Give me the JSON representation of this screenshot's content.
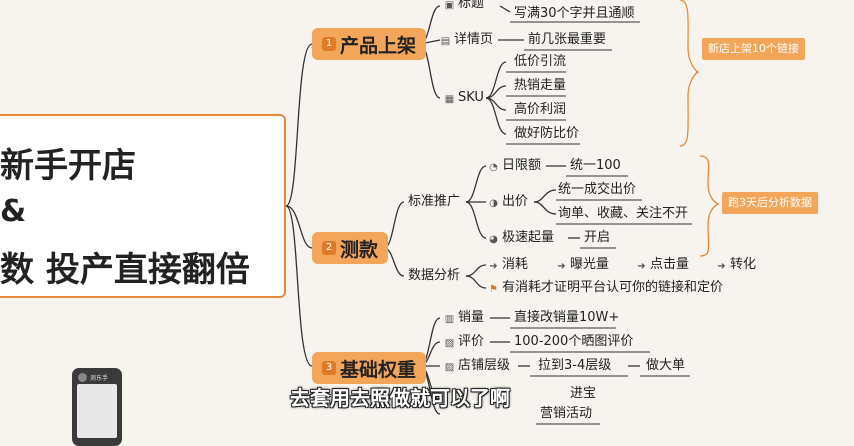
{
  "central": {
    "line1": "新手开店",
    "line2": "&",
    "line3": "数 投产直接翻倍"
  },
  "topics": [
    {
      "num": "1",
      "label": "产品上架"
    },
    {
      "num": "2",
      "label": "测款"
    },
    {
      "num": "3",
      "label": "基础权重"
    }
  ],
  "listing": {
    "title_node": "标题",
    "title_leaf": "写满30个字并且通顺",
    "detail_node": "详情页",
    "detail_leaf": "前几张最重要",
    "sku_node": "SKU",
    "sku_leaves": [
      "低价引流",
      "热销走量",
      "高价利润",
      "做好防比价"
    ],
    "note": "新店上架10个链接"
  },
  "test": {
    "std_node": "标准推广",
    "daily_node": "日限额",
    "daily_leaf": "统一100",
    "bid_node": "出价",
    "bid_leaves": [
      "统一成交出价",
      "询单、收藏、关注不开"
    ],
    "fast_node": "极速起量",
    "fast_leaf": "开启",
    "data_node": "数据分析",
    "chain": [
      "消耗",
      "曝光量",
      "点击量",
      "转化"
    ],
    "conclusion": "有消耗才证明平台认可你的链接和定价",
    "note": "跑3天后分析数据"
  },
  "base": {
    "sales_node": "销量",
    "sales_leaf": "直接改销量10W+",
    "review_node": "评价",
    "review_leaf": "100-200个晒图评价",
    "shop_node": "店铺层级",
    "shop_leaf": "拉到3-4层级",
    "shop_leaf2": "做大单",
    "leaf_partial": "进宝",
    "marketing_leaf": "营销活动"
  },
  "subtitle": "去套用去照做就可以了啊",
  "overlay_card": {
    "title": "测东手"
  },
  "colors": {
    "accent": "#f3a65a",
    "line": "#333333",
    "bracket": "#e58a3c"
  }
}
